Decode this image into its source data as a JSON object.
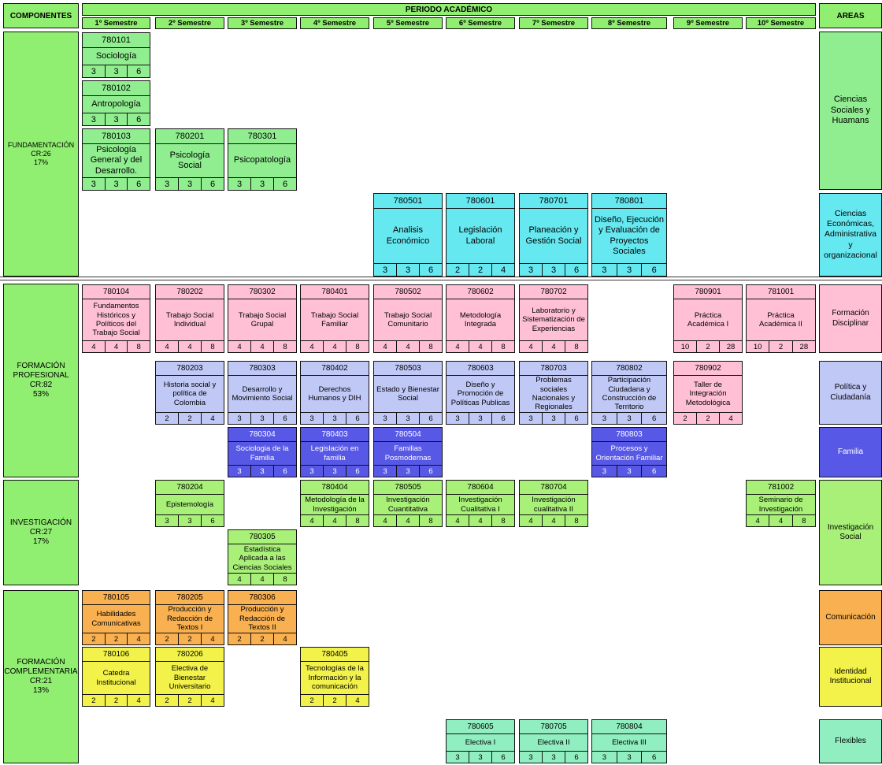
{
  "header": {
    "componentes": "COMPONENTES",
    "periodo": "PERIODO ACADÉMICO",
    "areas": "AREAS",
    "semesters": [
      "1º Semestre",
      "2º Semestre",
      "3º Semestre",
      "4º Semestre",
      "5º Semestre",
      "6º Semestre",
      "7º Semestre",
      "8º Semestre",
      "9º Semestre",
      "10º Semestre"
    ]
  },
  "components": [
    {
      "name": "FUNDAMENTACIÓN",
      "cr": "CR:26",
      "pct": "17%"
    },
    {
      "name": "FORMACIÓN PROFESIONAL",
      "cr": "CR:82",
      "pct": "53%"
    },
    {
      "name": "INVESTIGACIÓN",
      "cr": "CR:27",
      "pct": "17%"
    },
    {
      "name": "FORMACIÓN COMPLEMENTARIA",
      "cr": "CR:21",
      "pct": "13%"
    }
  ],
  "areas": [
    {
      "label": "Ciencias Sociales y Huamans",
      "color": "#90ee90"
    },
    {
      "label": "Ciencias Económicas, Administrativa y organizacional",
      "color": "#66e8f0"
    },
    {
      "label": "Formación Disciplinar",
      "color": "#ffc0d6"
    },
    {
      "label": "Política y Ciudadanía",
      "color": "#c0c8f6"
    },
    {
      "label": "Familia",
      "color": "#5858e6"
    },
    {
      "label": "Investigación Social",
      "color": "#a8f078"
    },
    {
      "label": "Comunicación",
      "color": "#f8b050"
    },
    {
      "label": "Identidad Institucional",
      "color": "#f2f24a"
    },
    {
      "label": "Flexibles",
      "color": "#90eec0"
    }
  ],
  "courses": [
    {
      "code": "780101",
      "name": "Sociología",
      "cr": [
        "3",
        "3",
        "6"
      ],
      "color": "#90ee90"
    },
    {
      "code": "780102",
      "name": "Antropología",
      "cr": [
        "3",
        "3",
        "6"
      ],
      "color": "#90ee90"
    },
    {
      "code": "780103",
      "name": "Psicología General y del Desarrollo.",
      "cr": [
        "3",
        "3",
        "6"
      ],
      "color": "#90ee90"
    },
    {
      "code": "780201",
      "name": "Psicología Social",
      "cr": [
        "3",
        "3",
        "6"
      ],
      "color": "#90ee90"
    },
    {
      "code": "780301",
      "name": "Psicopatología",
      "cr": [
        "3",
        "3",
        "6"
      ],
      "color": "#90ee90"
    },
    {
      "code": "780501",
      "name": "Analisis Económico",
      "cr": [
        "3",
        "3",
        "6"
      ],
      "color": "#66e8f0"
    },
    {
      "code": "780601",
      "name": "Legislación Laboral",
      "cr": [
        "2",
        "2",
        "4"
      ],
      "color": "#66e8f0"
    },
    {
      "code": "780701",
      "name": "Planeación y Gestión Social",
      "cr": [
        "3",
        "3",
        "6"
      ],
      "color": "#66e8f0"
    },
    {
      "code": "780801",
      "name": "Diseño, Ejecución y Evaluación de Proyectos Sociales",
      "cr": [
        "3",
        "3",
        "6"
      ],
      "color": "#66e8f0"
    },
    {
      "code": "780104",
      "name": "Fundamentos Históricos y Políticos del Trabajo Social",
      "cr": [
        "4",
        "4",
        "8"
      ],
      "color": "#ffc0d6"
    },
    {
      "code": "780202",
      "name": "Trabajo Social Individual",
      "cr": [
        "4",
        "4",
        "8"
      ],
      "color": "#ffc0d6"
    },
    {
      "code": "780302",
      "name": "Trabajo Social Grupal",
      "cr": [
        "4",
        "4",
        "8"
      ],
      "color": "#ffc0d6"
    },
    {
      "code": "780401",
      "name": "Trabajo Social Familiar",
      "cr": [
        "4",
        "4",
        "8"
      ],
      "color": "#ffc0d6"
    },
    {
      "code": "780502",
      "name": "Trabajo Social Comunitario",
      "cr": [
        "4",
        "4",
        "8"
      ],
      "color": "#ffc0d6"
    },
    {
      "code": "780602",
      "name": "Metodología Integrada",
      "cr": [
        "4",
        "4",
        "8"
      ],
      "color": "#ffc0d6"
    },
    {
      "code": "780702",
      "name": "Laboratorio y Sistematización de Experiencias",
      "cr": [
        "4",
        "4",
        "8"
      ],
      "color": "#ffc0d6"
    },
    {
      "code": "780901",
      "name": "Práctica Académica I",
      "cr": [
        "10",
        "2",
        "28"
      ],
      "color": "#ffc0d6"
    },
    {
      "code": "781001",
      "name": "Práctica Académica II",
      "cr": [
        "10",
        "2",
        "28"
      ],
      "color": "#ffc0d6"
    },
    {
      "code": "780203",
      "name": "Historia social y política de Colombia",
      "cr": [
        "2",
        "2",
        "4"
      ],
      "color": "#c0c8f6"
    },
    {
      "code": "780303",
      "name": "Desarrollo y Movimiento Social",
      "cr": [
        "3",
        "3",
        "6"
      ],
      "color": "#c0c8f6"
    },
    {
      "code": "780402",
      "name": "Derechos Humanos y DIH",
      "cr": [
        "3",
        "3",
        "6"
      ],
      "color": "#c0c8f6"
    },
    {
      "code": "780503",
      "name": "Estado y Bienestar Social",
      "cr": [
        "3",
        "3",
        "6"
      ],
      "color": "#c0c8f6"
    },
    {
      "code": "780603",
      "name": "Diseño y Promoción de Políticas Publicas",
      "cr": [
        "3",
        "3",
        "6"
      ],
      "color": "#c0c8f6"
    },
    {
      "code": "780703",
      "name": "Problemas sociales Nacionales y Regionales",
      "cr": [
        "3",
        "3",
        "6"
      ],
      "color": "#c0c8f6"
    },
    {
      "code": "780802",
      "name": "Participación Ciudadana y Construcción de Territorio",
      "cr": [
        "3",
        "3",
        "6"
      ],
      "color": "#c0c8f6"
    },
    {
      "code": "780902",
      "name": "Taller de Integración Metodológica",
      "cr": [
        "2",
        "2",
        "4"
      ],
      "color": "#ffc0d6"
    },
    {
      "code": "780304",
      "name": "Sociologia de la Familia",
      "cr": [
        "3",
        "3",
        "6"
      ],
      "color": "#5858e6"
    },
    {
      "code": "780403",
      "name": "Legislación en familia",
      "cr": [
        "3",
        "3",
        "6"
      ],
      "color": "#5858e6"
    },
    {
      "code": "780504",
      "name": "Familias Posmodernas",
      "cr": [
        "3",
        "3",
        "6"
      ],
      "color": "#5858e6"
    },
    {
      "code": "780803",
      "name": "Procesos y Orientación Familiar",
      "cr": [
        "3",
        "3",
        "6"
      ],
      "color": "#5858e6"
    },
    {
      "code": "780204",
      "name": "Epistemología",
      "cr": [
        "3",
        "3",
        "6"
      ],
      "color": "#a8f078"
    },
    {
      "code": "780404",
      "name": "Metodología de la Investigación",
      "cr": [
        "4",
        "4",
        "8"
      ],
      "color": "#a8f078"
    },
    {
      "code": "780505",
      "name": "Investigación Cuantitativa",
      "cr": [
        "4",
        "4",
        "8"
      ],
      "color": "#a8f078"
    },
    {
      "code": "780604",
      "name": "Investigación Cualitativa I",
      "cr": [
        "4",
        "4",
        "8"
      ],
      "color": "#a8f078"
    },
    {
      "code": "780704",
      "name": "Investigación cualitativa II",
      "cr": [
        "4",
        "4",
        "8"
      ],
      "color": "#a8f078"
    },
    {
      "code": "781002",
      "name": "Seminario de Investigación",
      "cr": [
        "4",
        "4",
        "8"
      ],
      "color": "#a8f078"
    },
    {
      "code": "780305",
      "name": "Estadística Aplicada a las Ciencias Sociales",
      "cr": [
        "4",
        "4",
        "8"
      ],
      "color": "#a8f078"
    },
    {
      "code": "780105",
      "name": "Habilidades Comunicativas",
      "cr": [
        "2",
        "2",
        "4"
      ],
      "color": "#f8b050"
    },
    {
      "code": "780205",
      "name": "Producción y Redacción de Textos I",
      "cr": [
        "2",
        "2",
        "4"
      ],
      "color": "#f8b050"
    },
    {
      "code": "780306",
      "name": "Producción y Redacción de Textos II",
      "cr": [
        "2",
        "2",
        "4"
      ],
      "color": "#f8b050"
    },
    {
      "code": "780106",
      "name": "Catedra Institucional",
      "cr": [
        "2",
        "2",
        "4"
      ],
      "color": "#f2f24a"
    },
    {
      "code": "780206",
      "name": "Electiva de Bienestar Universitario",
      "cr": [
        "2",
        "2",
        "4"
      ],
      "color": "#f2f24a"
    },
    {
      "code": "780405",
      "name": "Tecnologías de la Información y la comunicación",
      "cr": [
        "2",
        "2",
        "4"
      ],
      "color": "#f2f24a"
    },
    {
      "code": "780605",
      "name": "Electiva I",
      "cr": [
        "3",
        "3",
        "6"
      ],
      "color": "#90eec0"
    },
    {
      "code": "780705",
      "name": "Electiva II",
      "cr": [
        "3",
        "3",
        "6"
      ],
      "color": "#90eec0"
    },
    {
      "code": "780804",
      "name": "Electiva III",
      "cr": [
        "3",
        "3",
        "6"
      ],
      "color": "#90eec0"
    }
  ]
}
